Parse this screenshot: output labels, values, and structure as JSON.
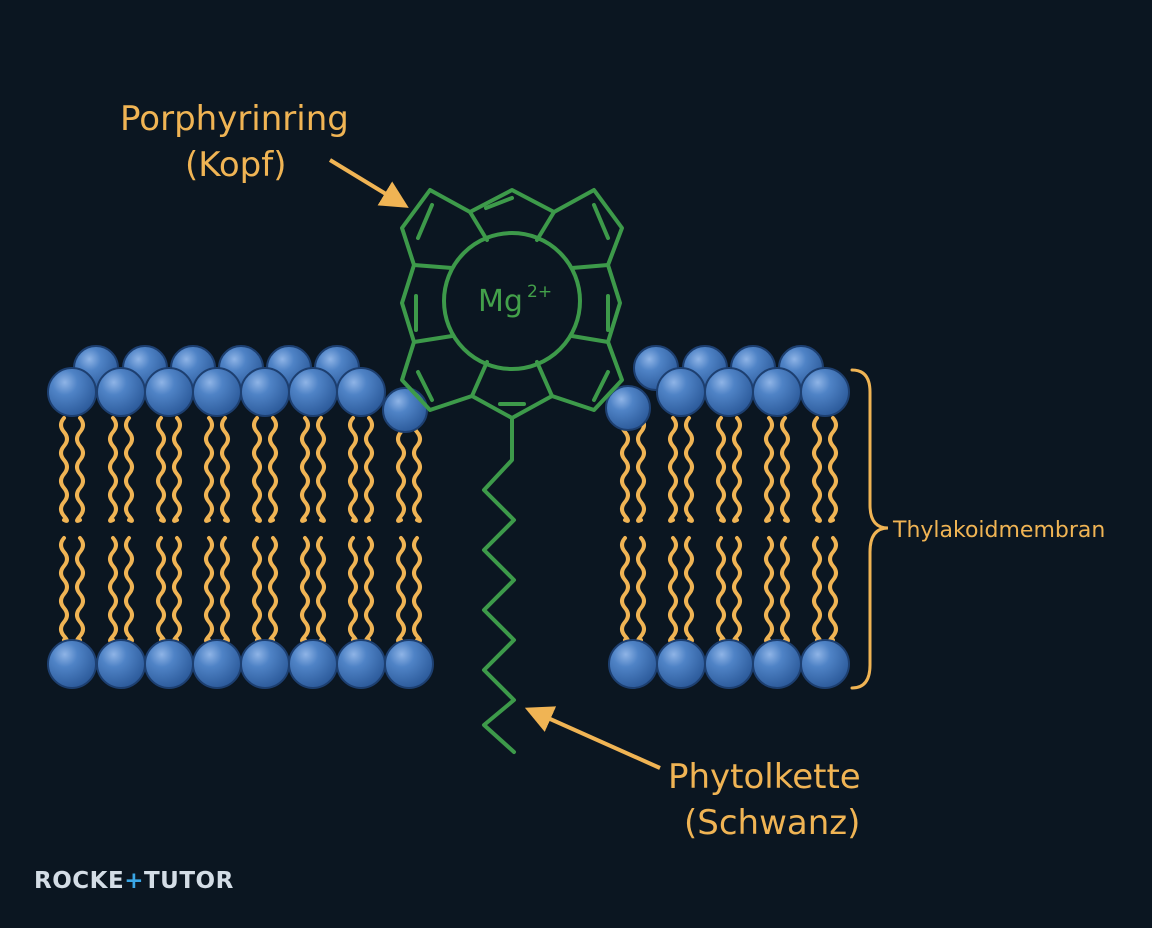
{
  "labels": {
    "head_line1": "Porphyrinring",
    "head_line2": "(Kopf)",
    "center": "Mg",
    "center_sup": "2+",
    "tail_line1": "Phytolkette",
    "tail_line2": "(Schwanz)",
    "membrane": "Thylakoidmembran"
  },
  "logo": {
    "part1": "ROCKE",
    "part2": "+",
    "part3": "TUTOR"
  },
  "colors": {
    "background": "#0b1621",
    "lipid_head": "#4a7dc0",
    "lipid_tail": "#f0b454",
    "molecule": "#3d9a4a",
    "label": "#f0b454"
  }
}
